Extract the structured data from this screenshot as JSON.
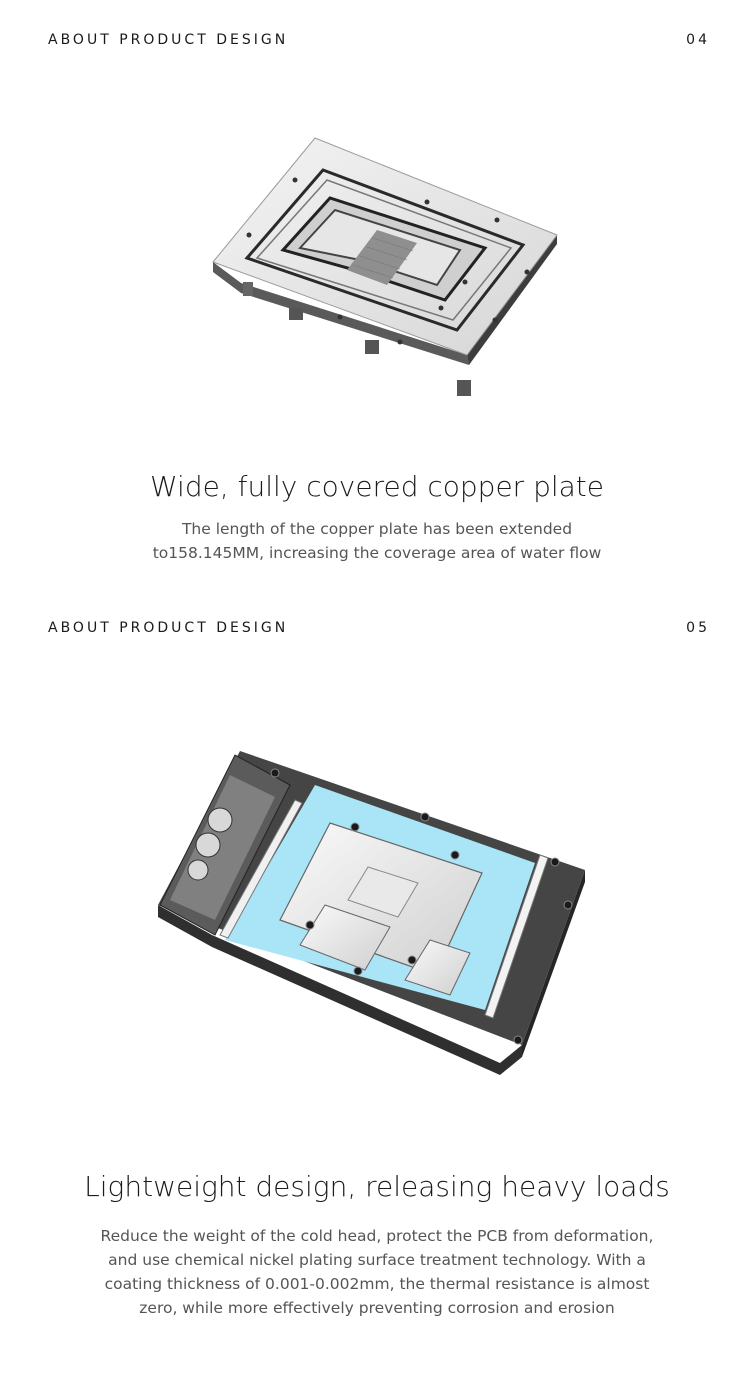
{
  "section1": {
    "label": "ABOUT PRODUCT DESIGN",
    "number": "04",
    "headline": "Wide, fully covered copper plate",
    "body_lines": [
      "The length of the copper plate has been extended",
      "to158.145MM, increasing the coverage area of water flow"
    ]
  },
  "section2": {
    "label": "ABOUT PRODUCT DESIGN",
    "number": "05",
    "headline": "Lightweight design, releasing heavy loads",
    "body_lines": [
      "Reduce the weight of the cold head, protect the PCB from deformation,",
      "and use chemical nickel plating surface treatment technology. With a",
      "coating thickness of 0.001-0.002mm, the thermal resistance is almost",
      "zero, while more effectively preventing corrosion and erosion"
    ]
  },
  "colors": {
    "background": "#ffffff",
    "thermal_pad": "#a9e4f7",
    "metal": "#e8e8e8",
    "acrylic_dark": "#3a3a3a"
  }
}
